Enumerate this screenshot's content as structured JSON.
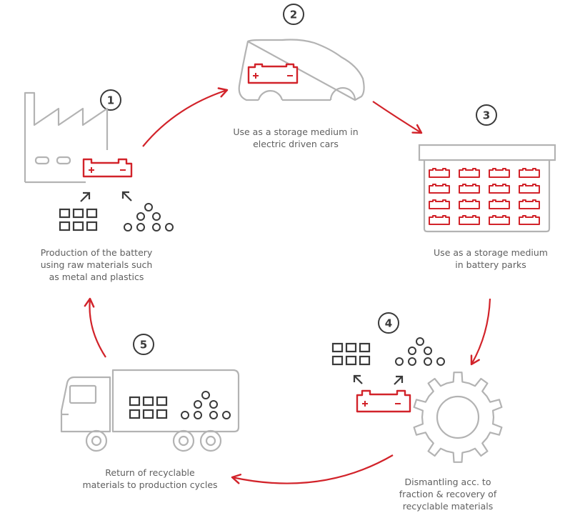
{
  "colors": {
    "accent": "#d2232a",
    "outline": "#b3b3b3",
    "dark": "#3a3a3a",
    "text": "#606060"
  },
  "steps": [
    {
      "number": "1",
      "caption": [
        "Production of the battery",
        "using raw materials such",
        "as metal and plastics"
      ]
    },
    {
      "number": "2",
      "caption": [
        "Use as a storage medium in",
        "electric driven cars"
      ]
    },
    {
      "number": "3",
      "caption": [
        "Use as a storage medium",
        "in battery parks"
      ]
    },
    {
      "number": "4",
      "caption": [
        "Dismantling acc. to",
        "fraction & recovery of",
        "recyclable materials"
      ]
    },
    {
      "number": "5",
      "caption": [
        "Return of recyclable",
        "materials to production cycles"
      ]
    }
  ],
  "icons": {
    "factory": "factory-icon",
    "car": "car-icon",
    "battery_park": "battery-park-icon",
    "gear": "gear-icon",
    "truck": "truck-icon",
    "battery": "battery-icon",
    "materials_squares": "metal-blocks-icon",
    "materials_circles": "plastic-pellets-icon"
  }
}
